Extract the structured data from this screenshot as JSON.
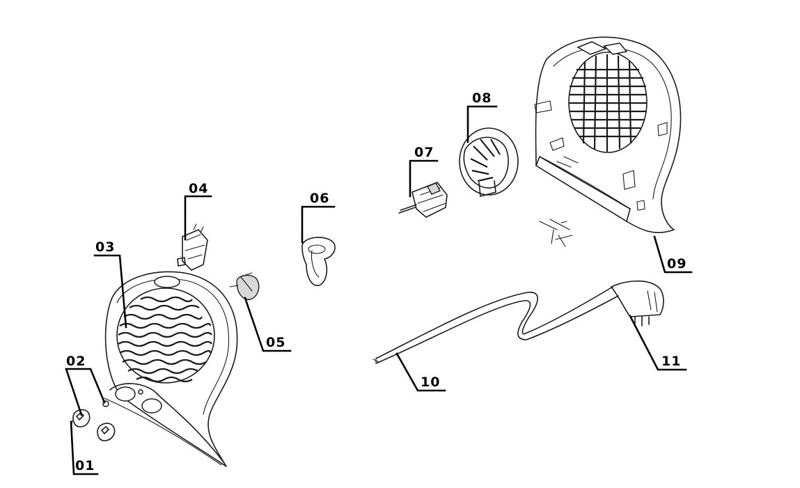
{
  "labels": {
    "p01": "01",
    "p02": "02",
    "p03": "03",
    "p04": "04",
    "p05": "05",
    "p06": "06",
    "p07": "07",
    "p08": "08",
    "p09": "09",
    "p10": "10",
    "p11": "11"
  },
  "colors": {
    "line": "#1a1a1a",
    "background": "#ffffff"
  }
}
